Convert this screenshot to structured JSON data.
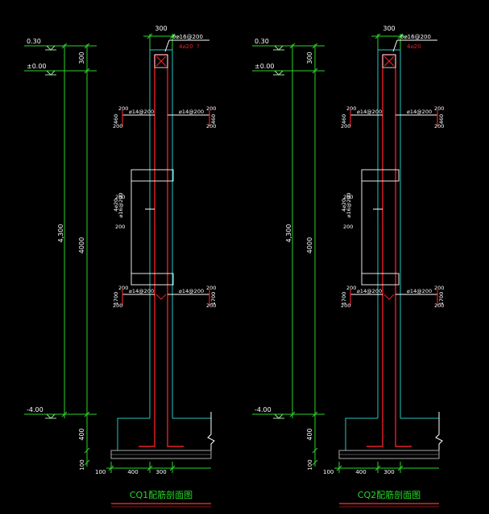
{
  "colors": {
    "background": "#000000",
    "wall": "#26c6c6",
    "rebar": "#e8202a",
    "dimension": "#2bd42b",
    "text": "#ffffff",
    "leader": "#ffffff",
    "level_mark": "#9be09b",
    "grey": "#a8a8a8",
    "title": "#22dd22",
    "title_line": "#ff3333"
  },
  "sections": [
    {
      "title": "CQ1配筋剖面图",
      "wall_width": "300",
      "top_bar": "6⌀16@200",
      "corner_bar": "4⌀20",
      "corner_bar_note": "?",
      "lv_top": "0.30",
      "lv_zero": "±0.00",
      "lv_bottom": "-4.00",
      "dim_top": "300",
      "dim_total": "4,300",
      "dim_wall": "4000",
      "dim_footing": "400",
      "dim_slab": "100",
      "dim_base_left": "100",
      "dim_base_mid": "400",
      "dim_base_right": "300",
      "bar_upper_left": "⌀14@200",
      "bar_upper_right": "⌀14@200",
      "bar_lower_left": "⌀14@200",
      "bar_lower_right": "⌀14@200",
      "bar_mid": "⌀16@200",
      "lbl_200_a": "200",
      "lbl_200_b": "200",
      "lbl_200_c": "200",
      "lbl_200_d": "200",
      "lbl_200_e": "200",
      "lbl_200_f": "200",
      "lbl_200_g": "200",
      "lbl_200_h": "200",
      "lbl_460_l": "460",
      "lbl_460_r": "460",
      "lbl_1700_l": "1700",
      "lbl_1700_r": "1700"
    },
    {
      "title": "CQ2配筋剖面图",
      "wall_width": "300",
      "top_bar": "6⌀16@200",
      "corner_bar": "4⌀20",
      "corner_bar_note": "",
      "lv_top": "0.30",
      "lv_zero": "±0.00",
      "lv_bottom": "-4.00",
      "dim_top": "300",
      "dim_total": "4,300",
      "dim_wall": "4000",
      "dim_footing": "400",
      "dim_slab": "100",
      "dim_base_left": "100",
      "dim_base_mid": "400",
      "dim_base_right": "300",
      "bar_upper_left": "⌀14@200",
      "bar_upper_right": "⌀14@200",
      "bar_lower_left": "⌀14@200",
      "bar_lower_right": "⌀14@200",
      "bar_mid": "⌀16@200",
      "lbl_200_a": "200",
      "lbl_200_b": "200",
      "lbl_200_c": "200",
      "lbl_200_d": "200",
      "lbl_200_e": "200",
      "lbl_200_f": "200",
      "lbl_200_g": "200",
      "lbl_200_h": "200",
      "lbl_460_l": "460",
      "lbl_460_r": "460",
      "lbl_1700_l": "1700",
      "lbl_1700_r": "1700"
    }
  ]
}
